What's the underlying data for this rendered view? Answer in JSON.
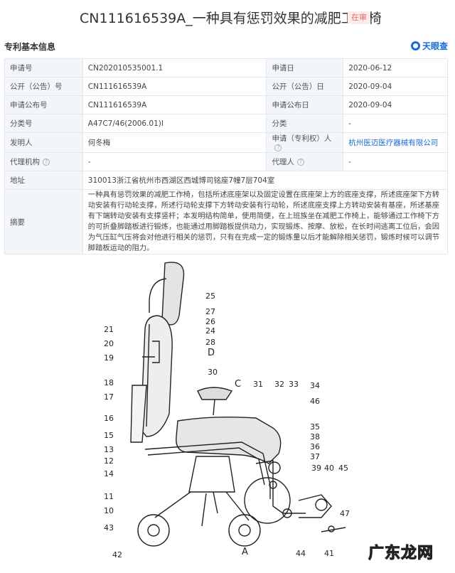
{
  "header": {
    "title": "CN111616539A_一种具有惩罚效果的减肥工作椅",
    "status_badge": "在审"
  },
  "section": {
    "title": "专利基本信息",
    "brand": "天眼查",
    "brand_icon": "tianyancha-logo-icon"
  },
  "info": {
    "application_no_label": "申请号",
    "application_no": "CN202010535001.1",
    "application_date_label": "申请日",
    "application_date": "2020-06-12",
    "publication_no_label": "公开（公告）号",
    "publication_no": "CN111616539A",
    "publication_date_label": "公开（公告）日",
    "publication_date": "2020-09-04",
    "app_pub_no_label": "申请公布号",
    "app_pub_no": "CN111616539A",
    "app_pub_date_label": "申请公布日",
    "app_pub_date": "2020-09-04",
    "classification_label": "分类号",
    "classification": "A47C7/46(2006.01)I",
    "category_label": "分类",
    "category": "-",
    "inventor_label": "发明人",
    "inventor": "何冬梅",
    "applicant_label": "申请（专利权）人",
    "applicant": "杭州医迈医疗器械有限公司",
    "agency_label": "代理机构",
    "agency": "-",
    "agent_label": "代理人",
    "agent": "-",
    "address_label": "地址",
    "address": "310013浙江省杭州市西湖区西城博司铭座7幢7层704室",
    "abstract_label": "摘要",
    "abstract": "一种具有惩罚效果的减肥工作椅，包括所述底座架以及固定设置在底座架上方的底座支撑，所述底座架下方转动安装有行动轮支撑，所述行动轮支撑下方转动安装有行动轮，所述底座支撑上方转动安装有基座，所述基座有下端转动安装有支撑竖杆；本发明结构简单，使用简便，在上班族坐在减肥工作椅上，能够通过工作椅下方的可折叠脚踏板进行锻炼，也能通过用脚踏板提供动力，实现锻炼、按摩、放松，在长时间逃离工位后，会因为气压缸气压将会对他进行相关的惩罚，只有在完成一定的锻炼量以后才能解除相关惩罚，锻炼时候可以调节脚踏板运动的阻力。",
    "help_icon": "question-circle-icon"
  },
  "figure": {
    "labels": [
      "25",
      "27",
      "26",
      "24",
      "28",
      "21",
      "20",
      "19",
      "D",
      "30",
      "31",
      "C",
      "32",
      "33",
      "34",
      "46",
      "18",
      "17",
      "16",
      "15",
      "13",
      "12",
      "14",
      "35",
      "38",
      "36",
      "37",
      "11",
      "39",
      "40",
      "45",
      "10",
      "47",
      "43",
      "42",
      "A",
      "44",
      "41"
    ]
  },
  "watermark": "广东龙网"
}
